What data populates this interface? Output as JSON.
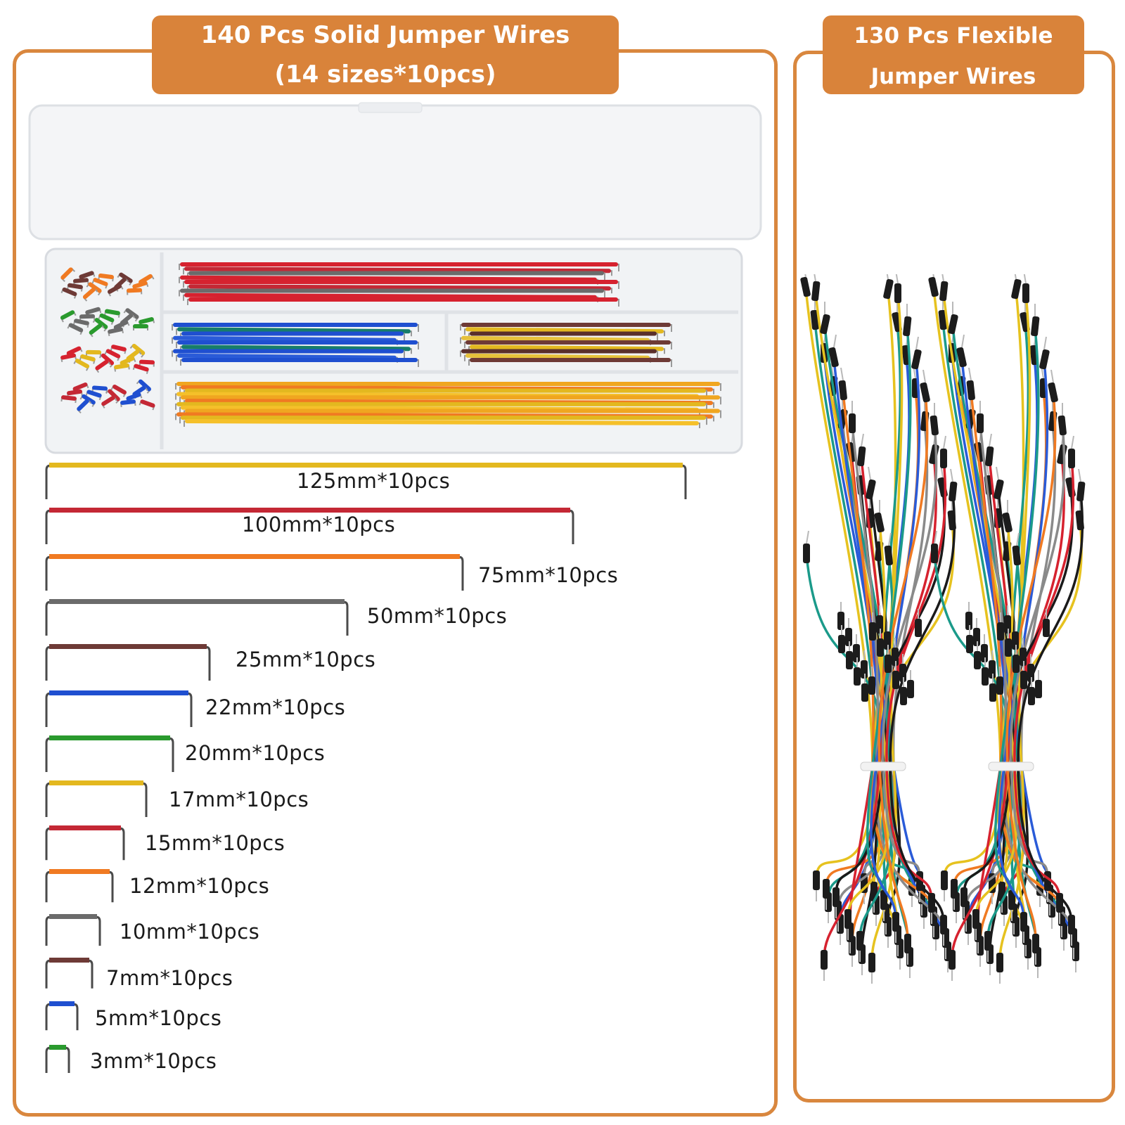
{
  "left_panel": {
    "title_line1": "140 Pcs Solid Jumper Wires",
    "title_line2": "(14 sizes*10pcs)"
  },
  "right_panel": {
    "title_line1": "130 Pcs Flexible",
    "title_line2": "Jumper Wires"
  },
  "wire_sizes": [
    {
      "label": "125mm*10pcs",
      "color": "#e3b81f"
    },
    {
      "label": "100mm*10pcs",
      "color": "#c42835"
    },
    {
      "label": "75mm*10pcs",
      "color": "#f07a22"
    },
    {
      "label": "50mm*10pcs",
      "color": "#6b6b6b"
    },
    {
      "label": "25mm*10pcs",
      "color": "#6e3a36"
    },
    {
      "label": "22mm*10pcs",
      "color": "#1f4fd0"
    },
    {
      "label": "20mm*10pcs",
      "color": "#2a9a2e"
    },
    {
      "label": "17mm*10pcs",
      "color": "#e3b81f"
    },
    {
      "label": "15mm*10pcs",
      "color": "#c42835"
    },
    {
      "label": "12mm*10pcs",
      "color": "#f07a22"
    },
    {
      "label": "10mm*10pcs",
      "color": "#6b6b6b"
    },
    {
      "label": "7mm*10pcs",
      "color": "#6e3a36"
    },
    {
      "label": "5mm*10pcs",
      "color": "#1f4fd0"
    },
    {
      "label": "3mm*10pcs",
      "color": "#2a9a2e"
    }
  ],
  "accent_color": "#d9873e"
}
